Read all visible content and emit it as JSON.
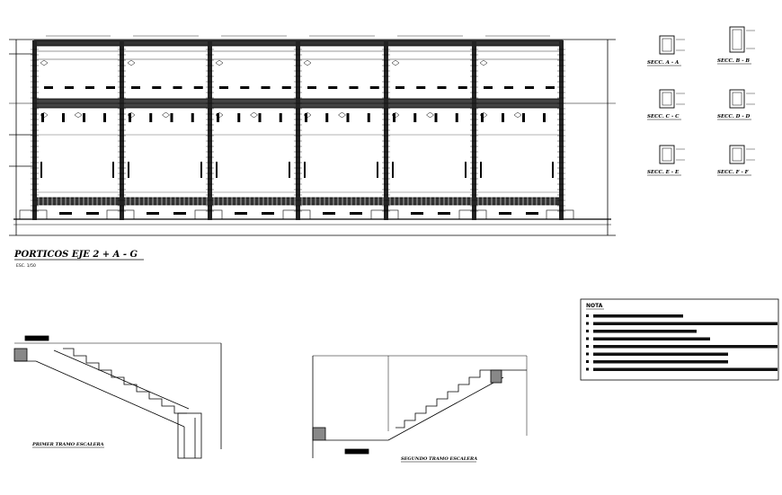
{
  "frame": {
    "title": "PORTICOS EJE 2 + A - G",
    "scale": "ESC. 1/50"
  },
  "sections": [
    {
      "label": "SECC. A - A"
    },
    {
      "label": "SECC. B - B"
    },
    {
      "label": "SECC. C - C"
    },
    {
      "label": "SECC. D - D"
    },
    {
      "label": "SECC. E - E"
    },
    {
      "label": "SECC. F - F"
    }
  ],
  "stairs": {
    "first_label": "PRIMER TRAMO ESCALERA",
    "second_label": "SEGUNDO TRAMO ESCALERA"
  },
  "note": {
    "title": "NOTA"
  }
}
